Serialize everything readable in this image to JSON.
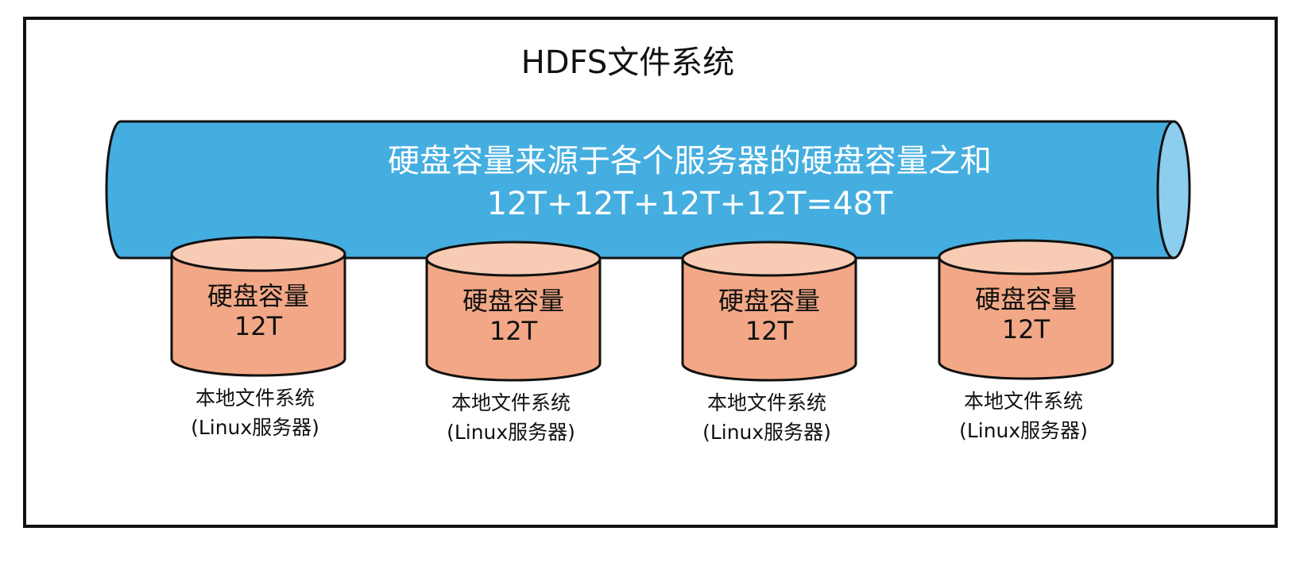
{
  "title": "HDFS文件系统",
  "pool": {
    "line1": "硬盘容量来源于各个服务器的硬盘容量之和",
    "line2": "12T+12T+12T+12T=48T"
  },
  "nodes": [
    {
      "disk_label": "硬盘容量",
      "capacity": "12T",
      "fs_label": "本地文件系统",
      "server_label": "(Linux服务器)"
    },
    {
      "disk_label": "硬盘容量",
      "capacity": "12T",
      "fs_label": "本地文件系统",
      "server_label": "(Linux服务器)"
    },
    {
      "disk_label": "硬盘容量",
      "capacity": "12T",
      "fs_label": "本地文件系统",
      "server_label": "(Linux服务器)"
    },
    {
      "disk_label": "硬盘容量",
      "capacity": "12T",
      "fs_label": "本地文件系统",
      "server_label": "(Linux服务器)"
    }
  ],
  "colors": {
    "pipe_body": "#45aee0",
    "pipe_end": "#8dcdee",
    "disk_body": "#f2a886",
    "disk_top": "#f7cbb4",
    "stroke": "#111111"
  }
}
